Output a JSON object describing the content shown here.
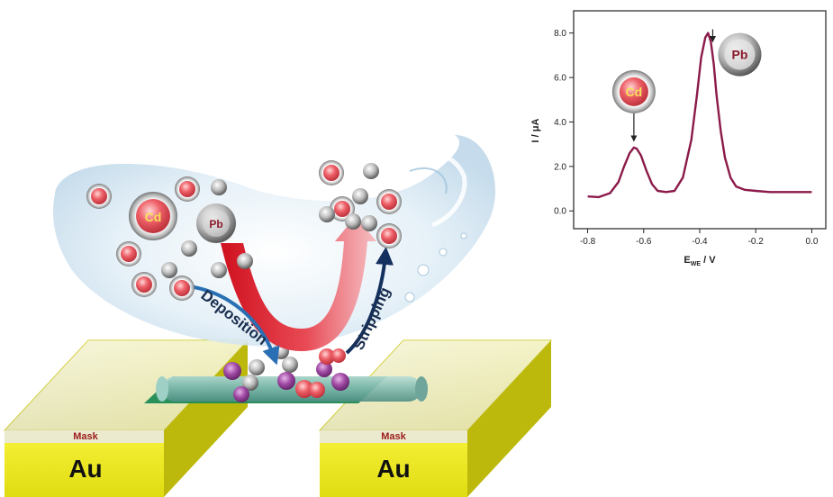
{
  "diagram": {
    "labels": {
      "cd_big": "Cd",
      "pb_big": "Pb",
      "deposition": "Deposition",
      "stripping": "Stripping",
      "mask_left": "Mask",
      "mask_right": "Mask",
      "au_left": "Au",
      "au_right": "Au"
    },
    "colors": {
      "cd_ion": "#e8505a",
      "pb_ion": "#9a9a9a",
      "water": "#cfe3f0",
      "gold_pad": "#f2ef1a",
      "nanowire": "#1f8a55",
      "deposition_arrow": "#2a6fb3",
      "stripping_arrow": "#14305e",
      "curved_arrow": "#e0202c",
      "mask_text": "#9b1c1c",
      "atom_purple": "#8a3a8c"
    }
  },
  "chart_data": {
    "type": "line",
    "xlabel_main": "E",
    "xlabel_sub": "WE",
    "xlabel_rest": " / V",
    "ylabel": "I / μA",
    "xlim": [
      -0.85,
      0.05
    ],
    "ylim": [
      -0.8,
      9.0
    ],
    "xticks": [
      -0.8,
      -0.6,
      -0.4,
      -0.2,
      0.0
    ],
    "xtick_labels": [
      "-0.8",
      "-0.6",
      "-0.4",
      "-0.2",
      "0.0"
    ],
    "yticks": [
      0.0,
      2.0,
      4.0,
      6.0,
      8.0
    ],
    "ytick_labels": [
      "0.0",
      "2.0",
      "4.0",
      "6.0",
      "8.0"
    ],
    "line_color": "#8b1a4a",
    "series": [
      {
        "x": [
          -0.8,
          -0.76,
          -0.72,
          -0.69,
          -0.67,
          -0.65,
          -0.635,
          -0.625,
          -0.61,
          -0.59,
          -0.57,
          -0.55,
          -0.52,
          -0.49,
          -0.46,
          -0.43,
          -0.41,
          -0.395,
          -0.38,
          -0.37,
          -0.36,
          -0.35,
          -0.34,
          -0.325,
          -0.31,
          -0.29,
          -0.27,
          -0.24,
          -0.2,
          -0.15,
          -0.1,
          -0.05,
          0.0
        ],
        "y": [
          0.65,
          0.62,
          0.8,
          1.3,
          2.0,
          2.6,
          2.85,
          2.8,
          2.5,
          1.8,
          1.2,
          0.9,
          0.85,
          0.9,
          1.5,
          3.2,
          5.2,
          6.9,
          7.8,
          8.0,
          7.6,
          6.6,
          5.2,
          3.6,
          2.4,
          1.5,
          1.1,
          0.95,
          0.9,
          0.85,
          0.85,
          0.85,
          0.85
        ]
      }
    ],
    "annotations": [
      {
        "text": "Cd",
        "x": -0.63,
        "color": "#e8505a"
      },
      {
        "text": "Pb",
        "x": -0.36,
        "color": "#9a9a9a"
      }
    ]
  }
}
